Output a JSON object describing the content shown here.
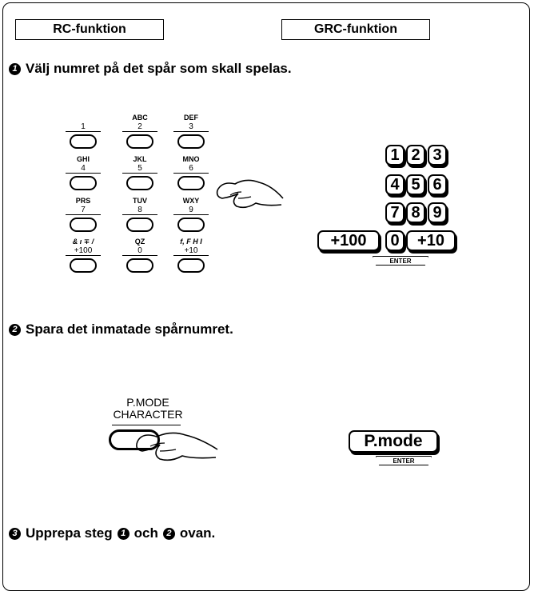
{
  "headers": {
    "rc": "RC-funktion",
    "grc": "GRC-funktion"
  },
  "steps": [
    {
      "num": "1",
      "text": "Välj numret på det spår som skall spelas."
    },
    {
      "num": "2",
      "text": "Spara det inmatade spårnumret."
    },
    {
      "num": "3",
      "text_a": "Upprepa steg",
      "ref1": "1",
      "text_b": "och",
      "ref2": "2",
      "text_c": "ovan."
    }
  ],
  "rc_keypad": [
    {
      "top": "",
      "num": "1"
    },
    {
      "top": "ABC",
      "num": "2"
    },
    {
      "top": "DEF",
      "num": "3"
    },
    {
      "top": "GHI",
      "num": "4"
    },
    {
      "top": "JKL",
      "num": "5"
    },
    {
      "top": "MNO",
      "num": "6"
    },
    {
      "top": "PRS",
      "num": "7"
    },
    {
      "top": "TUV",
      "num": "8"
    },
    {
      "top": "WXY",
      "num": "9"
    },
    {
      "top": "& ı ∓ /",
      "num": "+100"
    },
    {
      "top": "QZ",
      "num": "0"
    },
    {
      "top": "f, F H I",
      "num": "+10"
    }
  ],
  "grc_keypad": [
    "1",
    "2",
    "3",
    "4",
    "5",
    "6",
    "7",
    "8",
    "9",
    "+100",
    "0",
    "+10"
  ],
  "enter_label": "ENTER",
  "pmode": {
    "line1": "P.MODE",
    "line2": "CHARACTER",
    "grc_label": "P.mode"
  }
}
